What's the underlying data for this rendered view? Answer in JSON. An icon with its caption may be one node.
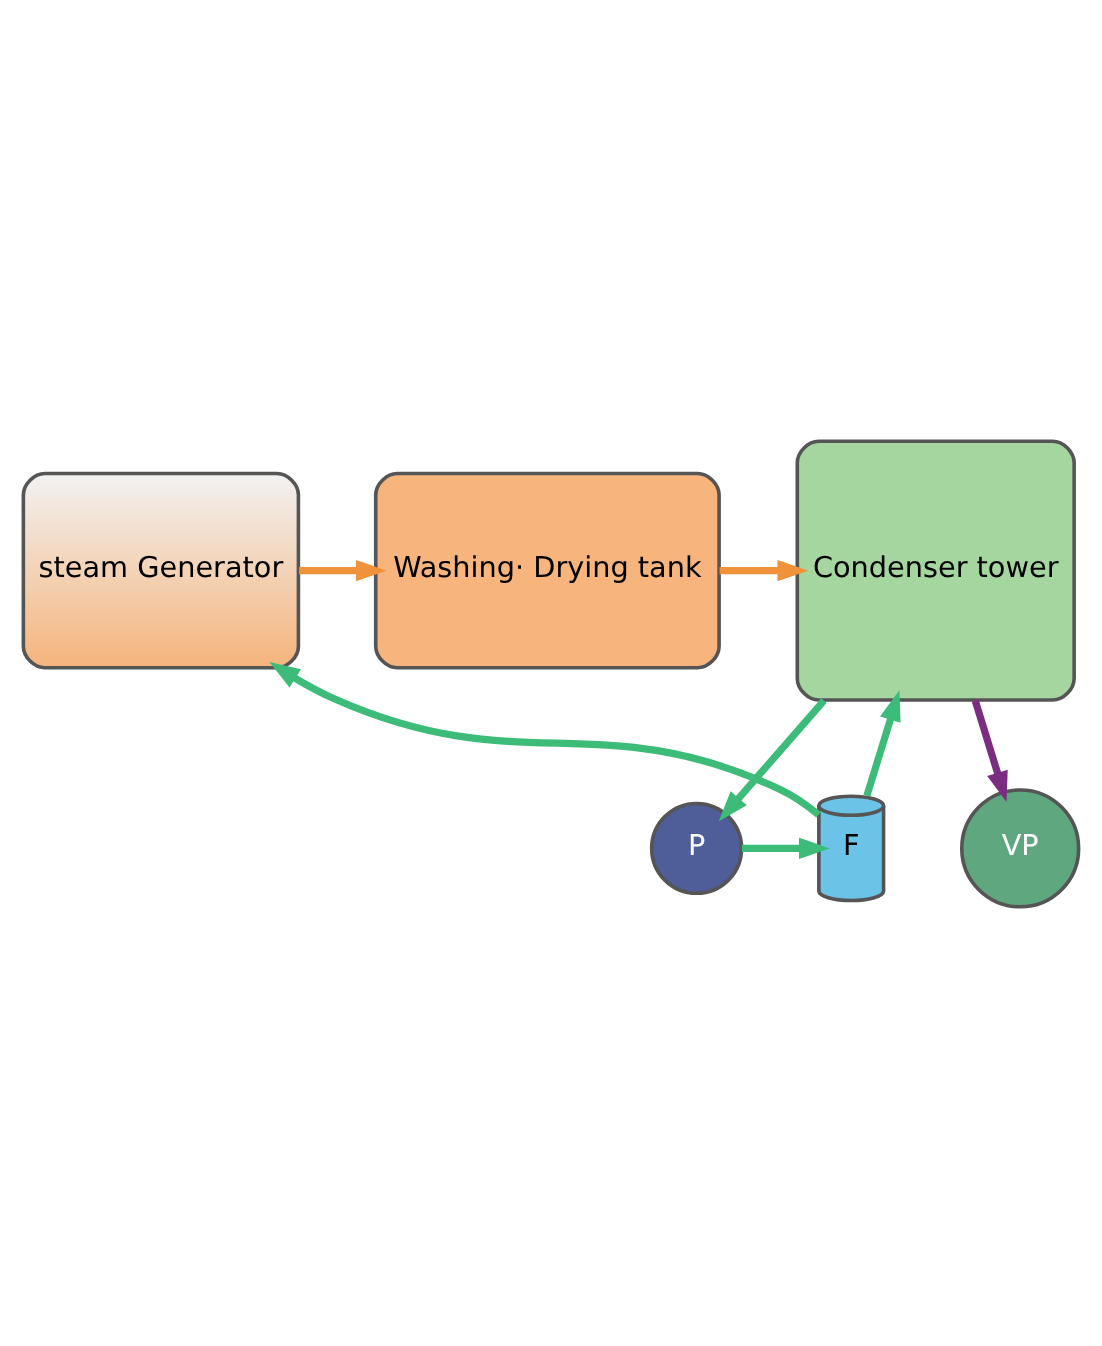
{
  "diagram": {
    "nodes": [
      {
        "text": [
          "VP"
        ]
      },
      {
        "text": [
          "steam Generator"
        ]
      },
      {
        "text": [
          "Washing· Drying tank"
        ]
      },
      {
        "text": [
          "Condenser tower"
        ]
      },
      {
        "text": [
          "P"
        ]
      },
      {
        "text": [
          "F"
        ]
      }
    ],
    "edges": [
      {
        "from": 3,
        "to": 0,
        "arrow": "to",
        "color": "#7b2d82"
      },
      {
        "from": 1,
        "to": 2,
        "arrow": "to",
        "color": "#f0923a"
      },
      {
        "from": 2,
        "to": 3,
        "arrow": "to",
        "color": "#f0923a"
      },
      {
        "from": 3,
        "to": 4,
        "arrow": "to"
      },
      {
        "from": 4,
        "to": 5,
        "arrow": "to"
      },
      {
        "from": 5,
        "to": 1,
        "arrow": "to"
      },
      {
        "from": 5,
        "to": 3,
        "arrow": "to"
      }
    ]
  }
}
